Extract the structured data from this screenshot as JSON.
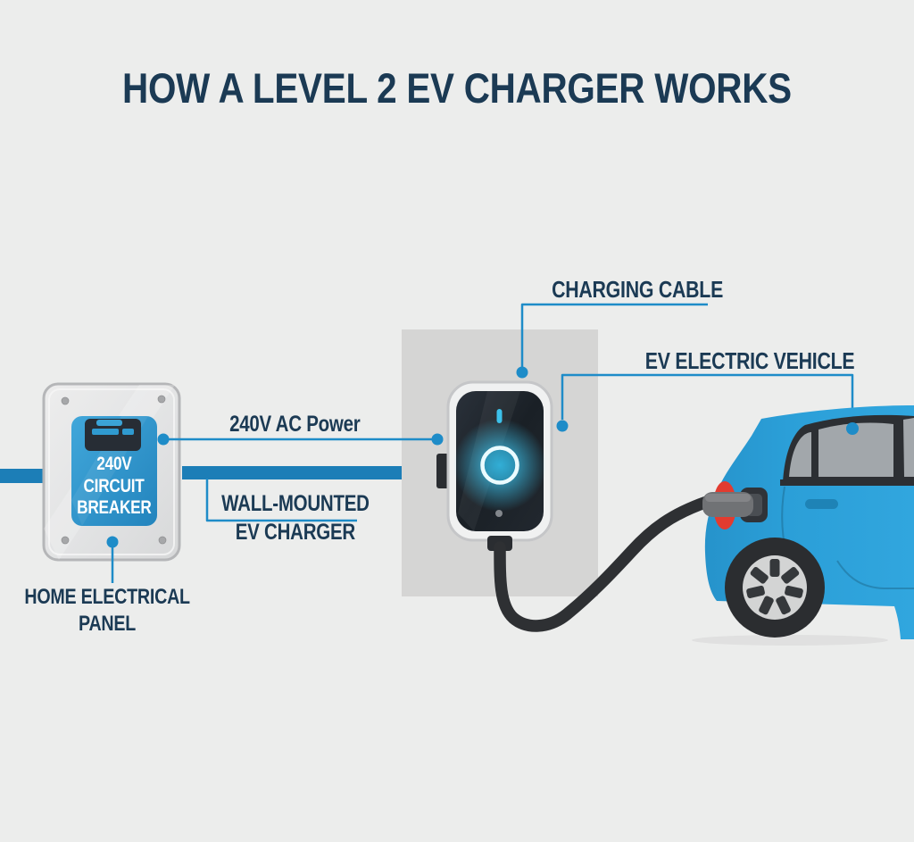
{
  "title": "HOW A LEVEL 2 EV CHARGER WORKS",
  "labels": {
    "charging_cable": "CHARGING CABLE",
    "ev_vehicle": "EV ELECTRIC VEHICLE",
    "ac_power": "240V AC Power",
    "wall_mounted_1": "WALL-MOUNTED",
    "wall_mounted_2": "EV CHARGER",
    "home_panel_1": "HOME ELECTRICAL",
    "home_panel_2": "PANEL"
  },
  "panel": {
    "breaker_1": "240V",
    "breaker_2": "CIRCUIT",
    "breaker_3": "BREAKER"
  },
  "colors": {
    "background": "#ECEDEC",
    "heading_navy": "#1B3A54",
    "leader_blue": "#1E8CC8",
    "conduit_blue": "#1C7EB7",
    "panel_blue": "#2F98CE",
    "charger_glow_cyan": "#3CC6F0",
    "car_blue": "#2B9FD8",
    "taillight_red": "#E23B30",
    "wall_gray": "#D5D5D4"
  }
}
